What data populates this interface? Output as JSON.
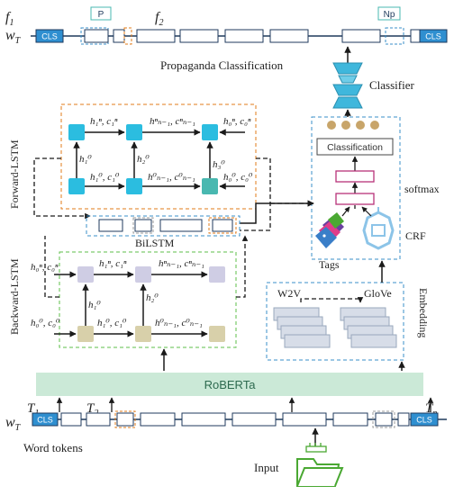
{
  "top_row": {
    "f1": "f",
    "f1_sub": "1",
    "f2": "f",
    "f2_sub": "2",
    "wT": "w",
    "wT_sub": "T",
    "cls_left": "CLS",
    "cls_right": "CLS",
    "p_tag": "P",
    "np_tag": "Np",
    "title": "Propaganda Classification"
  },
  "classifier": {
    "label": "Classifier"
  },
  "forward_lstm": {
    "side_label": "Forward-LSTM",
    "labels": {
      "h1n": "h₁ⁿ, c₁ⁿ",
      "hn1n": "hⁿₙ₋₁, cⁿₙ₋₁",
      "h0n": "h₀ⁿ, c₀ⁿ",
      "h1_0": "h₁⁰",
      "h2_0": "h₂⁰",
      "h3_0": "h₃⁰",
      "h10c": "h₁⁰, c₁⁰",
      "hn10c": "h⁰ₙ₋₁, c⁰ₙ₋₁",
      "h00c": "h₀⁰, c₀⁰"
    }
  },
  "bilstm": {
    "label": "BiLSTM"
  },
  "backward_lstm": {
    "side_label": "Backward-LSTM",
    "labels": {
      "h0n": "h₀ⁿ, c₀ⁿ",
      "h1n": "h₁ⁿ, c₁ⁿ",
      "hn1n": "hⁿₙ₋₁, cⁿₙ₋₁",
      "h1_0": "h₁⁰",
      "h2_0": "h₂⁰",
      "h00c": "h₀⁰, c₀⁰",
      "h10c": "h₁⁰, c₁⁰",
      "hn10c": "h⁰ₙ₋₁, c⁰ₙ₋₁"
    }
  },
  "crf_block": {
    "classification": "Classification",
    "softmax": "softmax",
    "tags": "Tags",
    "crf": "CRF"
  },
  "embedding": {
    "w2v": "W2V",
    "glove": "GloVe",
    "side_label": "Embedding"
  },
  "roberta": {
    "label": "RoBERTa"
  },
  "bottom_row": {
    "t1": "T",
    "t1_sub": "1",
    "t2": "T",
    "t2_sub": "2",
    "tn": "T",
    "tn_sub": "n",
    "wT": "w",
    "wT_sub": "T",
    "cls_left": "CLS",
    "cls_right": "CLS",
    "word_tokens": "Word tokens",
    "input": "Input"
  },
  "colors": {
    "cls_blue": "#2f8fd0",
    "token_border": "#1f3a5c",
    "dash_blue": "#3a8fc8",
    "dash_orange": "#e07b1a",
    "dash_green": "#5cbf4a",
    "dash_gray": "#9a9a9a",
    "cyan_cell": "#2bbde0",
    "teal_cell": "#49b8b0",
    "lavender_cell": "#cfcde4",
    "khaki_cell": "#d8d0aa",
    "roberta_bar": "#cbe9d7",
    "classifier_blue": "#3fb7dc",
    "dots_tan": "#c8a56a",
    "crf_magenta": "#b8327a",
    "input_green": "#4aa832"
  }
}
